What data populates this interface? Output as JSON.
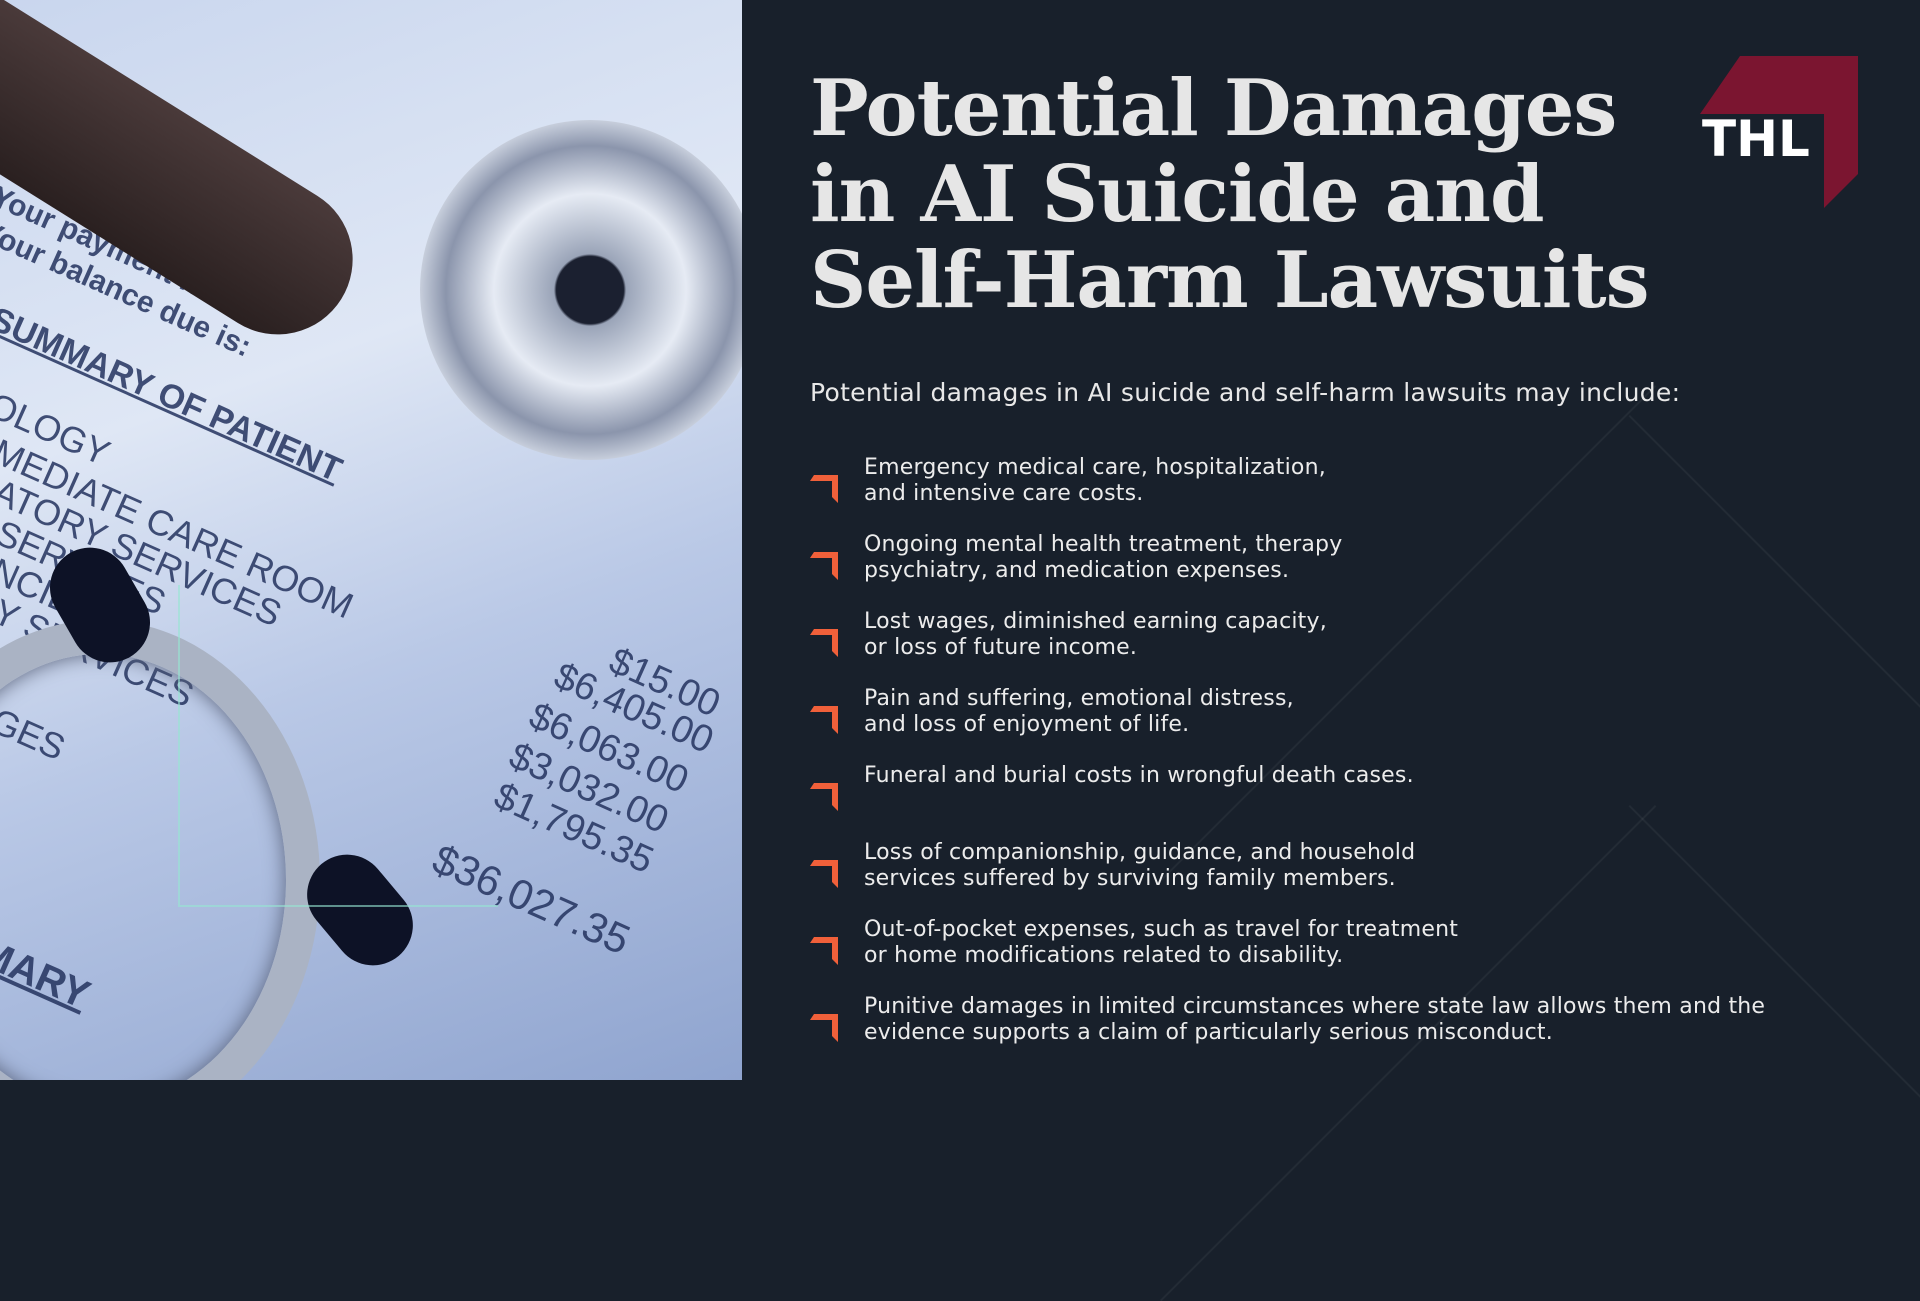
{
  "title": [
    "Potential Damages",
    "in AI Suicide and",
    "Self-Harm Lawsuits"
  ],
  "logo": {
    "text": "THL",
    "color": "#7b1530"
  },
  "intro": "Potential damages in AI suicide and self-harm lawsuits may include:",
  "bullet_color": "#f0603a",
  "items": [
    "Emergency medical care, hospitalization,\nand intensive care costs.",
    "Ongoing mental health treatment, therapy\n psychiatry, and medication expenses.",
    "Lost wages, diminished earning capacity,\nor loss of future income.",
    "Pain and suffering, emotional distress,\nand loss of enjoyment of life.",
    "Funeral and burial costs in wrongful death cases.",
    "Loss of companionship, guidance, and household\nservices suffered by surviving family members.",
    "Out-of-pocket expenses, such as travel for treatment\nor home modifications related to disability.",
    "Punitive damages in limited circumstances where state law allows them and the\nevidence supports a claim of particularly serious misconduct."
  ],
  "photo": {
    "lines": [
      "Your payment is due:",
      "Your balance due is:",
      "SUMMARY OF PATIENT",
      "IOLOGY",
      "RMEDIATE CARE ROOM",
      "RATORY SERVICES",
      "L SERVICES",
      "ENCIES",
      "CY SERVICES",
      "AGES",
      "MARY"
    ],
    "amounts": [
      "$15.00",
      "$6,405.00",
      "$6,063.00",
      "$3,032.00",
      "$1,795.35",
      "$36,027.35"
    ]
  }
}
